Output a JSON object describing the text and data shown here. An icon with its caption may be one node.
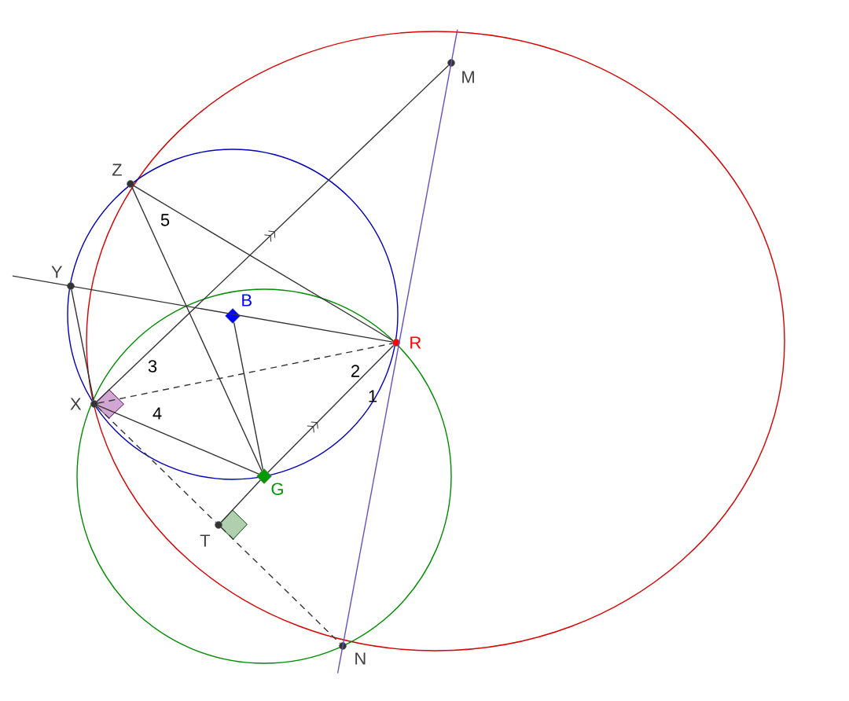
{
  "diagram": {
    "nodes": [
      {
        "text": [
          "M"
        ]
      },
      {
        "text": [
          "Z"
        ]
      },
      {
        "text": [
          "Y"
        ]
      },
      {
        "text": [
          "B"
        ]
      },
      {
        "text": [
          "R"
        ]
      },
      {
        "text": [
          "X"
        ]
      },
      {
        "text": [
          "G"
        ]
      },
      {
        "text": [
          "T"
        ]
      },
      {
        "text": [
          "N"
        ]
      }
    ],
    "edges": [
      {
        "from": 5,
        "to": 0,
        "arrow": "to"
      },
      {
        "from": 1,
        "to": 6,
        "arrow": "none"
      },
      {
        "from": 2,
        "to": 4,
        "arrow": "none"
      },
      {
        "from": 1,
        "to": 4,
        "arrow": "none"
      },
      {
        "from": 2,
        "to": 5,
        "arrow": "none"
      },
      {
        "from": 5,
        "to": 6,
        "arrow": "none"
      },
      {
        "from": 6,
        "to": 4,
        "arrow": "to"
      },
      {
        "from": 3,
        "to": 6,
        "arrow": "none"
      },
      {
        "from": 5,
        "to": 4,
        "arrow": "none",
        "style": "dashed"
      },
      {
        "from": 5,
        "to": 7,
        "arrow": "none",
        "style": "dashed"
      },
      {
        "from": 7,
        "to": 8,
        "arrow": "none",
        "style": "dashed"
      },
      {
        "from": 6,
        "to": 7,
        "arrow": "none"
      },
      {
        "from": 0,
        "to": 8,
        "arrow": "none",
        "color": "#6a4fc0"
      }
    ],
    "labels": [
      "5",
      "3",
      "4",
      "2",
      "1"
    ]
  }
}
